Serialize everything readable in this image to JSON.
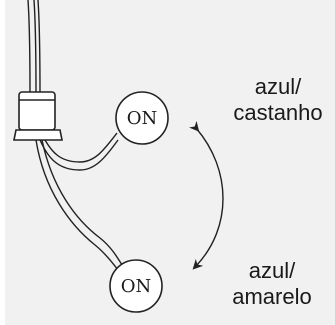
{
  "connectors": [
    {
      "id": "top",
      "marking": "ON"
    },
    {
      "id": "bottom",
      "marking": "ON"
    }
  ],
  "labels": {
    "top": {
      "line1": "azul/",
      "line2": "castanho"
    },
    "bottom": {
      "line1": "azul/",
      "line2": "amarelo"
    }
  },
  "colors": {
    "background": "#f1f1f1",
    "stroke": "#222222"
  }
}
